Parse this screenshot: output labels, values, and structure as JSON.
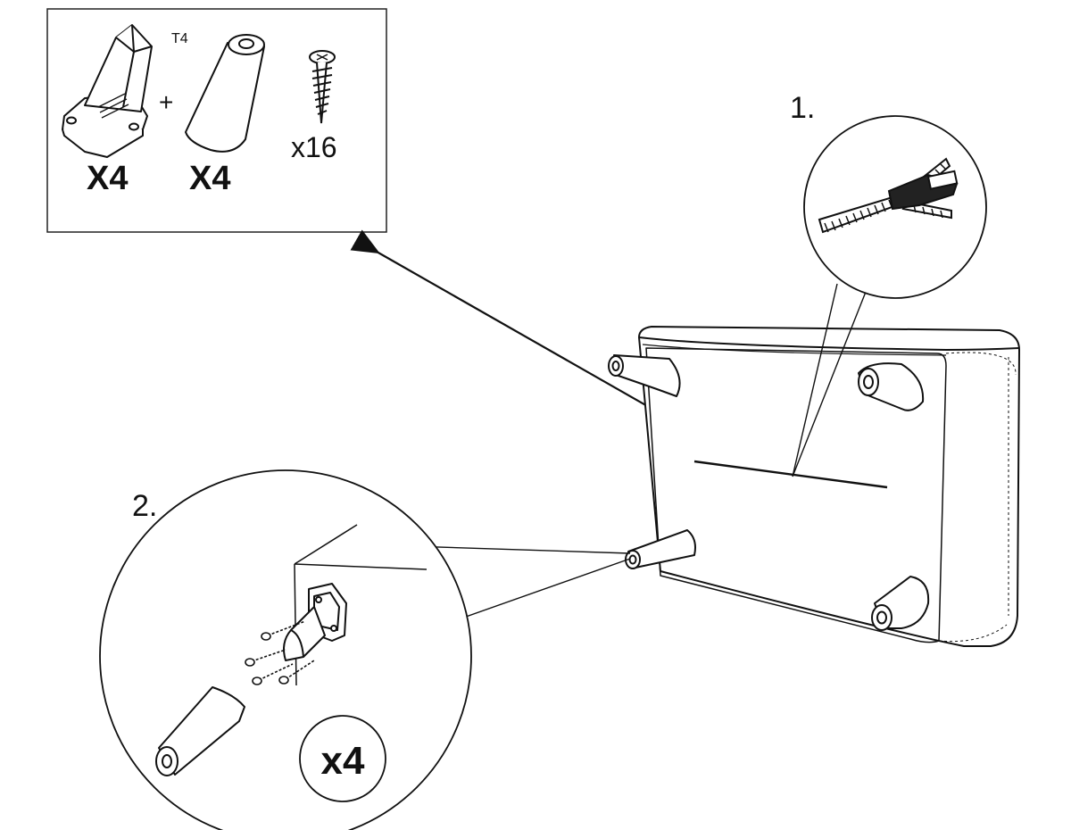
{
  "parts_box": {
    "label_t4": "T4",
    "plus": "+",
    "qty_bracket": "X4",
    "qty_leg": "X4",
    "qty_screw": "x16"
  },
  "steps": {
    "step1": "1.",
    "step2": "2."
  },
  "callout": {
    "qty": "x4"
  },
  "icons": [
    "leg-bracket-icon",
    "furniture-leg-icon",
    "screw-icon",
    "zipper-icon",
    "sofa-base-icon",
    "arrow-icon"
  ]
}
